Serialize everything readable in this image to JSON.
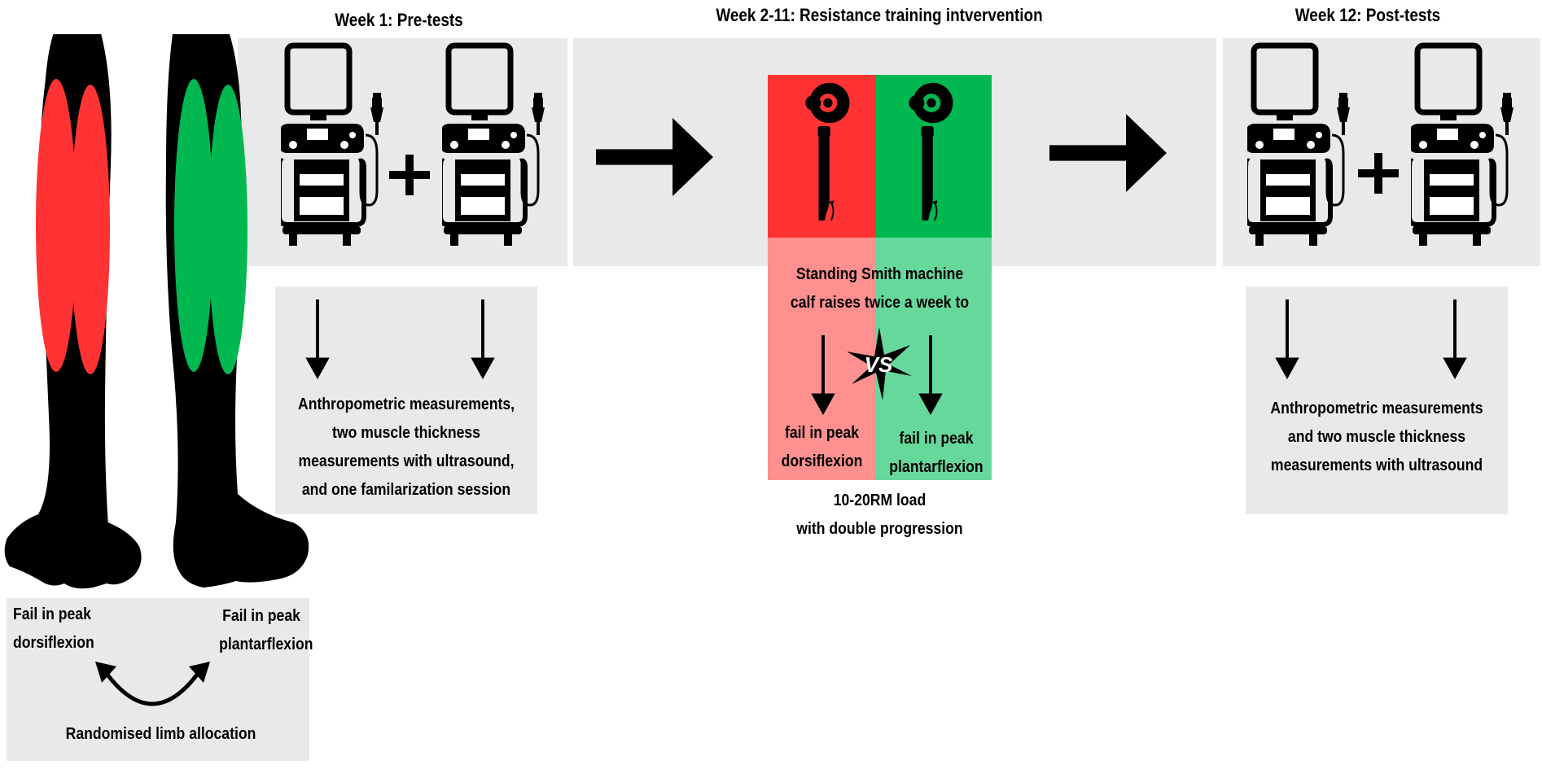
{
  "header": {
    "week1": "Week 1:  Pre-tests",
    "week2_11": "Week 2-11: Resistance training intvervention",
    "week12": "Week 12: Post-tests"
  },
  "allocation": {
    "left_label": [
      "Fail in peak",
      "dorsiflexion"
    ],
    "right_label": [
      "Fail in peak",
      "plantarflexion"
    ],
    "caption": "Randomised limb allocation",
    "colors": {
      "dorsiflexion": "#ff3333",
      "plantarflexion": "#00b84f"
    }
  },
  "pretest": {
    "description": [
      "Anthropometric measurements,",
      "two muscle thickness",
      "measurements with ultrasound,",
      "and one familarization session"
    ]
  },
  "intervention": {
    "description": [
      "Standing Smith machine",
      "calf raises twice a week to"
    ],
    "left_outcome": [
      "fail in peak",
      "dorsiflexion"
    ],
    "right_outcome": [
      "fail in peak",
      "plantarflexion"
    ],
    "vs": "VS",
    "load": [
      "10-20RM load",
      "with double progression"
    ]
  },
  "posttest": {
    "description": [
      "Anthropometric measurements",
      "and two muscle thickness",
      "measurements with ultrasound"
    ]
  },
  "icons": [
    "ultrasound-machine-icon",
    "plus-icon",
    "arrow-right-icon",
    "arrow-down-icon",
    "calf-raise-icon",
    "swap-arrow-icon",
    "leg-icon"
  ]
}
